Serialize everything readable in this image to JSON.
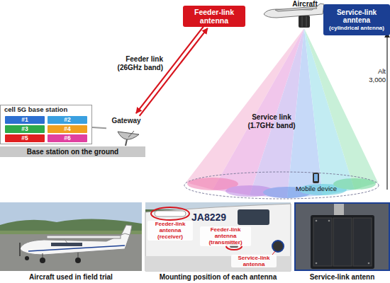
{
  "diagram": {
    "nodes": [
      {
        "text": [
          "Feeder-link antenna"
        ]
      },
      {
        "text": [
          "Service-link anntena",
          "(cylindrical antenna)"
        ]
      },
      {
        "text": [
          "cell 5G base station"
        ]
      },
      {
        "text": [
          "#1"
        ],
        "in": 2
      },
      {
        "text": [
          "#2"
        ],
        "in": 2
      },
      {
        "text": [
          "#3"
        ],
        "in": 2
      },
      {
        "text": [
          "#4"
        ],
        "in": 2
      },
      {
        "text": [
          "#5"
        ],
        "in": 2
      },
      {
        "text": [
          "#6"
        ],
        "in": 2
      },
      {
        "text": [
          "Gateway"
        ]
      },
      {
        "text": [
          "Base station on the ground"
        ]
      }
    ],
    "edges": [
      {
        "from": 9,
        "to": 0,
        "arrow": "to",
        "label": "Feeder link (26GHz band)"
      },
      {
        "from": 0,
        "to": 9,
        "arrow": "to"
      },
      {
        "from": 2,
        "to": 9,
        "arrow": "none"
      }
    ],
    "labels": [
      "Aircraft",
      "Service link (1.7GHz band)",
      "Alt",
      "3,000",
      "Mobile device",
      "JA8229",
      "Feeder-link antenna (receiver)",
      "Feeder-link antenna (transmitter)",
      "Service-link antenna",
      "Aircraft used in field trial",
      "Mounting position of each antenna",
      "Service-link antenn"
    ]
  }
}
